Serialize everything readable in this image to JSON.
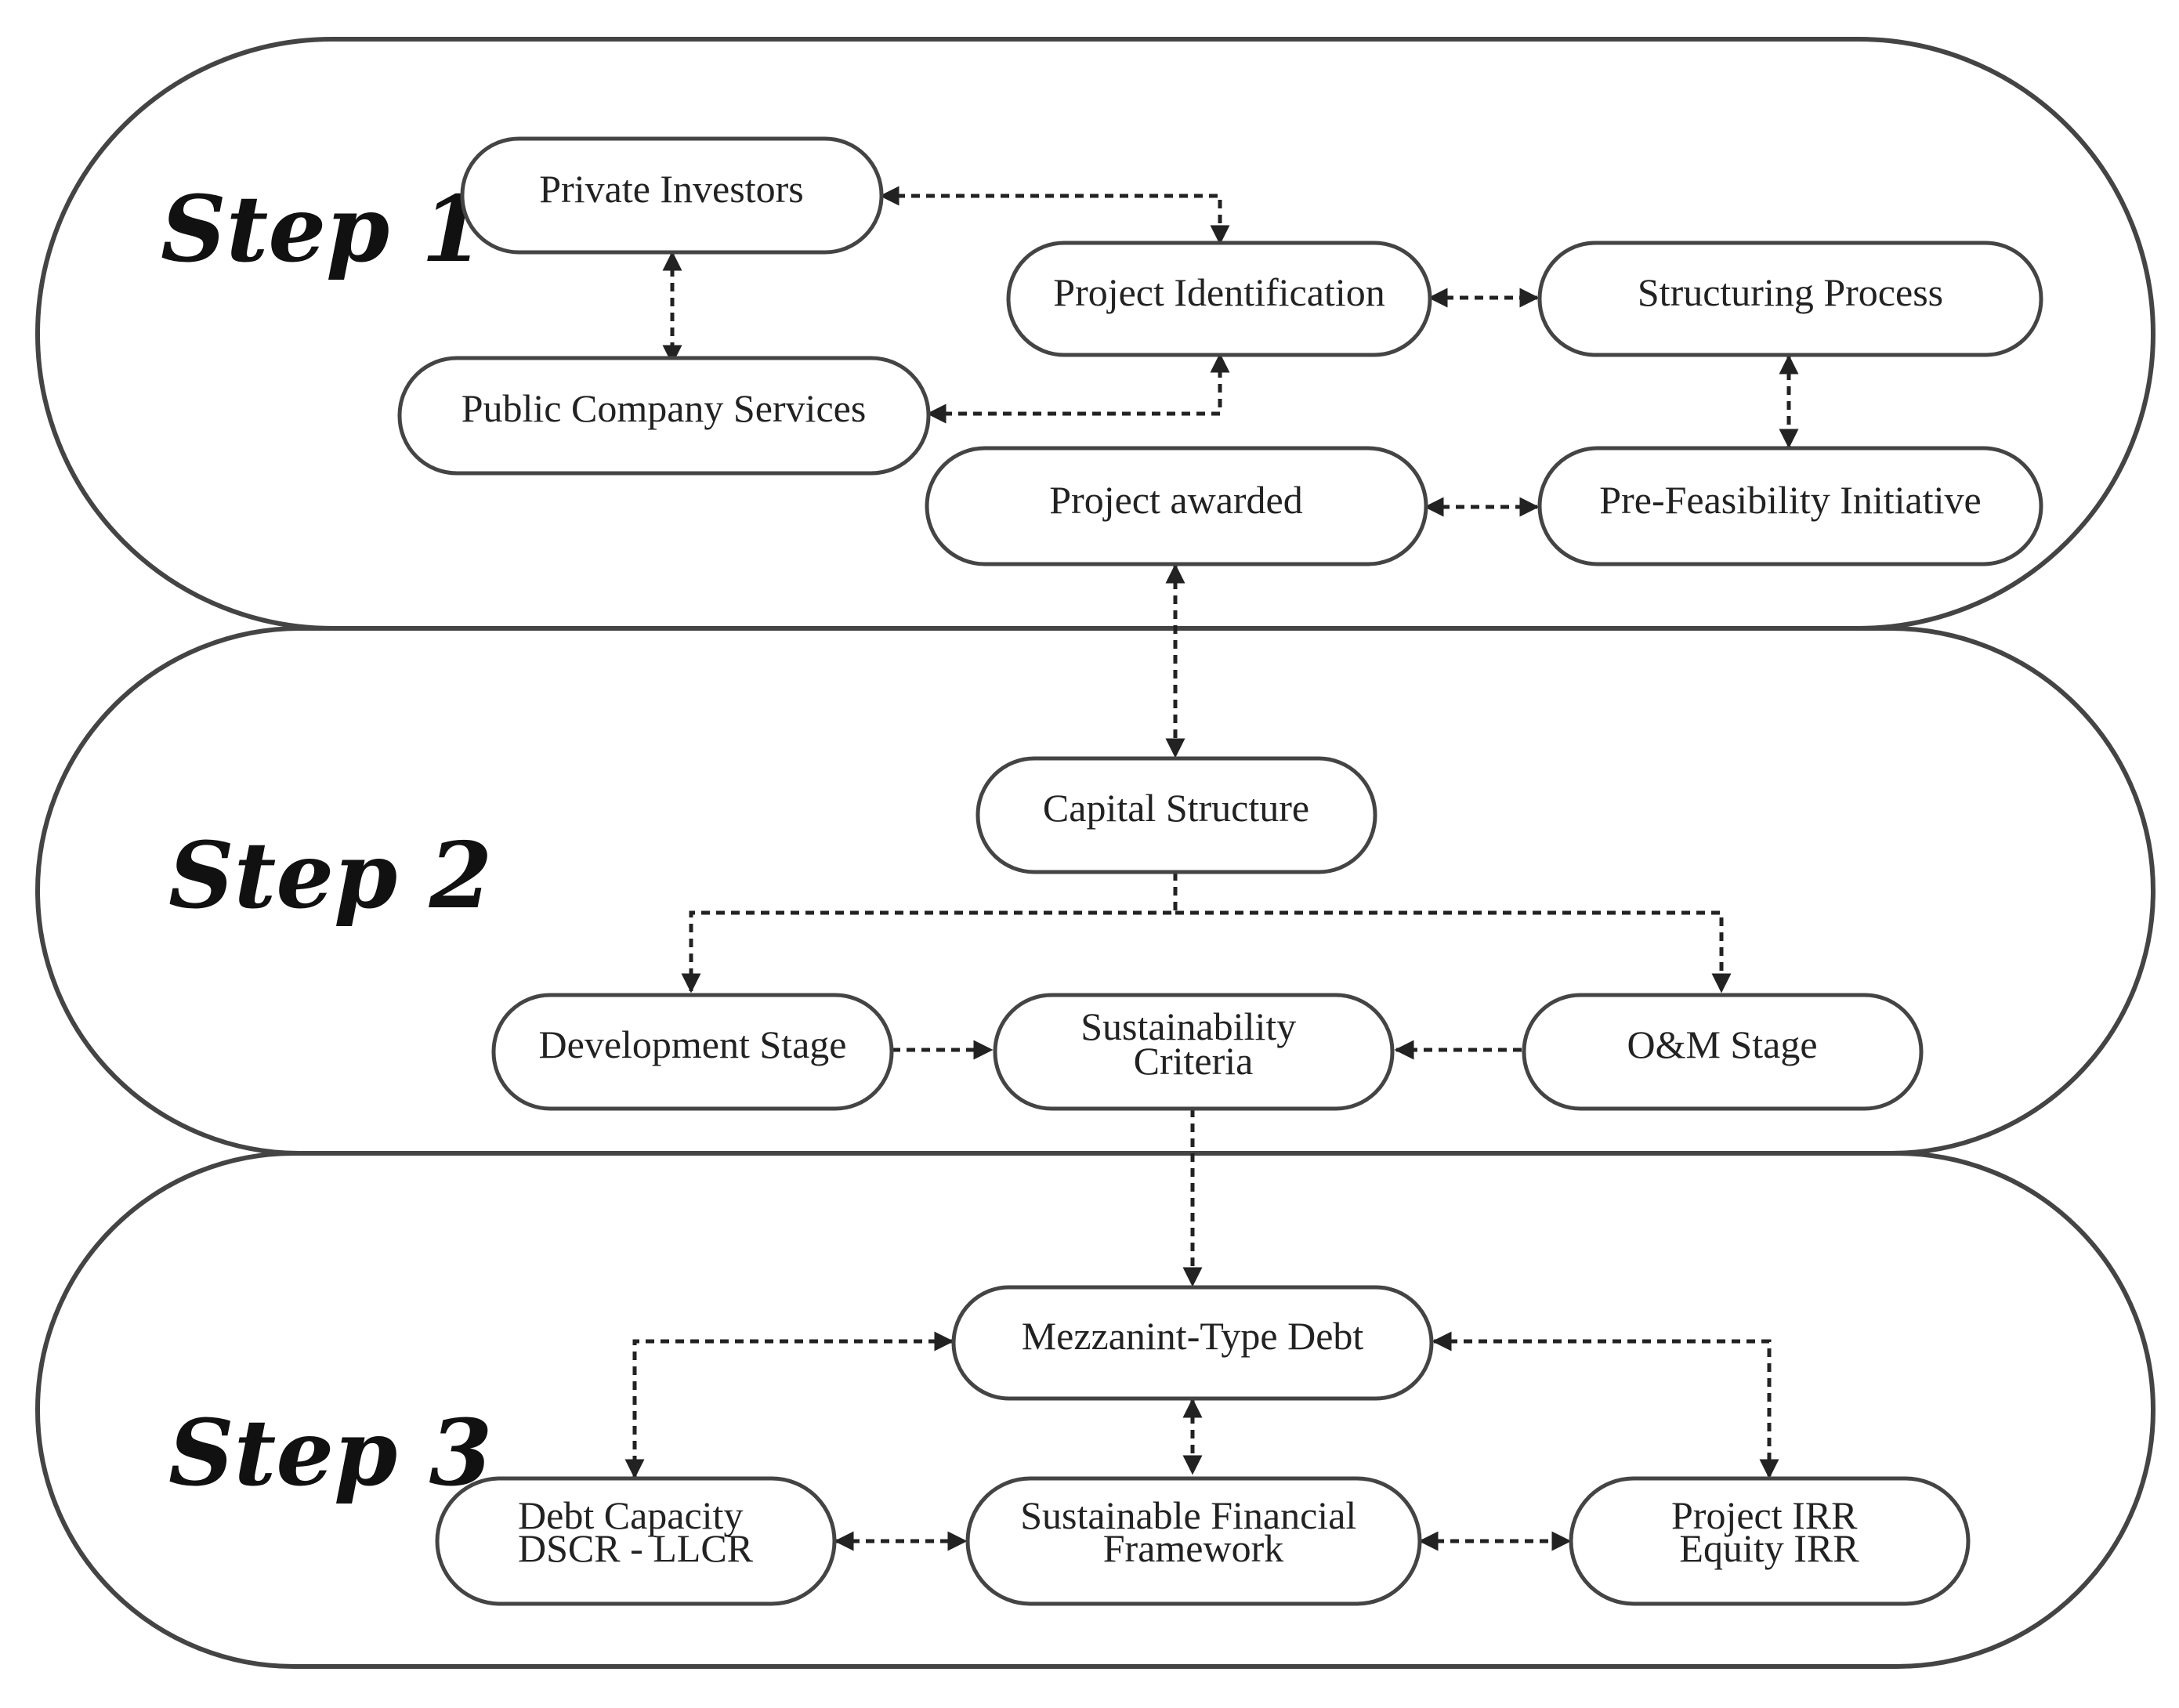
{
  "steps": [
    {
      "id": "step1",
      "label": "Step 1"
    },
    {
      "id": "step2",
      "label": "Step 2"
    },
    {
      "id": "step3",
      "label": "Step 3"
    }
  ],
  "nodes": {
    "private_investors": {
      "lines": [
        "Private Investors"
      ]
    },
    "project_identification": {
      "lines": [
        "Project Identification"
      ]
    },
    "structuring_process": {
      "lines": [
        "Structuring Process"
      ]
    },
    "public_company_services": {
      "lines": [
        "Public Company Services"
      ]
    },
    "project_awarded": {
      "lines": [
        "Project awarded"
      ]
    },
    "pre_feasibility_initiative": {
      "lines": [
        "Pre-Feasibility Initiative"
      ]
    },
    "capital_structure": {
      "lines": [
        "Capital Structure"
      ]
    },
    "development_stage": {
      "lines": [
        "Development Stage"
      ]
    },
    "sustainability_criteria": {
      "lines": [
        "Sustainability",
        "Criteria"
      ]
    },
    "om_stage": {
      "lines": [
        "O&M Stage"
      ]
    },
    "mezzanine_debt": {
      "lines": [
        "Mezzanint-Type Debt"
      ]
    },
    "debt_capacity": {
      "lines": [
        "Debt Capacity",
        "DSCR - LLCR"
      ]
    },
    "sustainable_financial_framework": {
      "lines": [
        "Sustainable Financial",
        "Framework"
      ]
    },
    "project_irr": {
      "lines": [
        "Project IRR",
        "Equity IRR"
      ]
    }
  },
  "colors": {
    "stroke": "#444444",
    "arrow": "#222222",
    "text": "#222222",
    "background": "#ffffff"
  }
}
